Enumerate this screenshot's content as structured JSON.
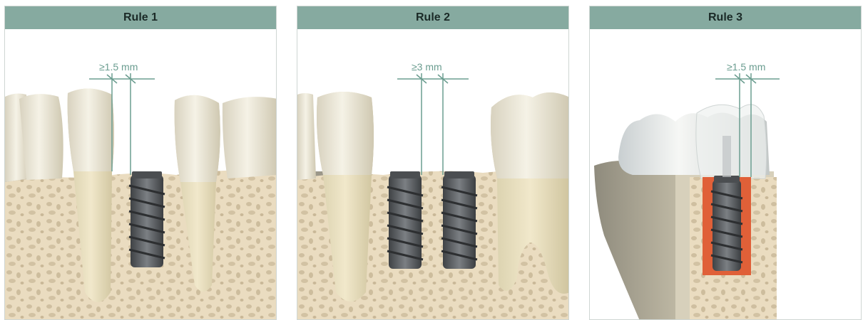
{
  "panels": [
    {
      "title": "Rule 1",
      "dimension": "≥1.5 mm"
    },
    {
      "title": "Rule 2",
      "dimension": "≥3 mm"
    },
    {
      "title": "Rule 3",
      "dimension": "≥1.5 mm"
    }
  ],
  "colors": {
    "header": "#86aaa0",
    "bone": "#e9dcc1",
    "tooth": "#f1ecd9",
    "implant": "#56595c",
    "annotation": "#6b9d90",
    "graft": "#e06038"
  }
}
